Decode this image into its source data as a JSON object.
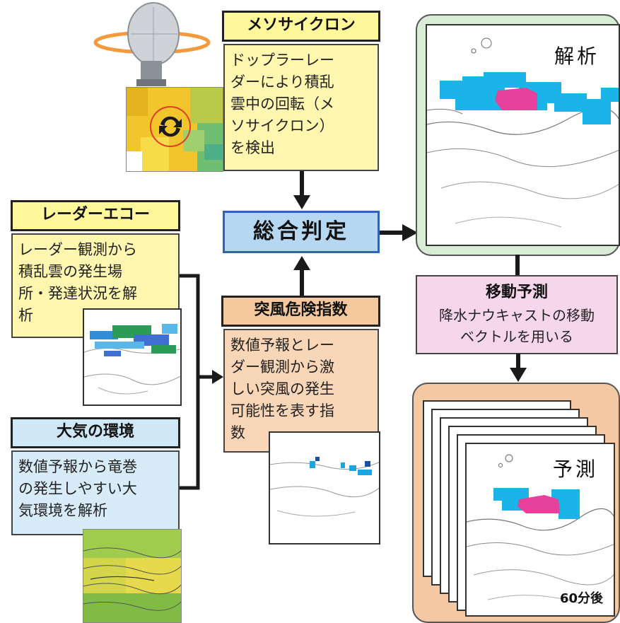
{
  "mesocyclone": {
    "title": "メソサイクロン",
    "lines": [
      "ドップラーレー",
      "ダーにより積乱",
      "雲中の回転（メ",
      "ソサイクロン）",
      "を検出"
    ]
  },
  "radar_echo": {
    "title": "レーダーエコー",
    "lines": [
      "レーダー観測から",
      "積乱雲の発生場",
      "所・発達状況を解",
      "析"
    ]
  },
  "atmosphere": {
    "title": "大気の環境",
    "lines": [
      "数値予報から竜巻",
      "の発生しやすい大",
      "気環境を解析"
    ]
  },
  "gust_index": {
    "title": "突風危険指数",
    "lines": [
      "数値予報とレー",
      "ダー観測から激",
      "しい突風の発生",
      "可能性を表す指",
      "数"
    ]
  },
  "judgement": {
    "label": "総合判定"
  },
  "analysis": {
    "label": "解析"
  },
  "movement": {
    "title": "移動予測",
    "lines": [
      "降水ナウキャストの移動",
      "ベクトルを用いる"
    ]
  },
  "forecast": {
    "label": "予測",
    "time": "60分後"
  },
  "colors": {
    "cyan_echo": "#1bb4e8",
    "magenta_core": "#e8419b",
    "green_frame": "#d8ecd6",
    "orange_frame": "#f4c8a3",
    "judgement_fill": "#b6d7f2"
  }
}
